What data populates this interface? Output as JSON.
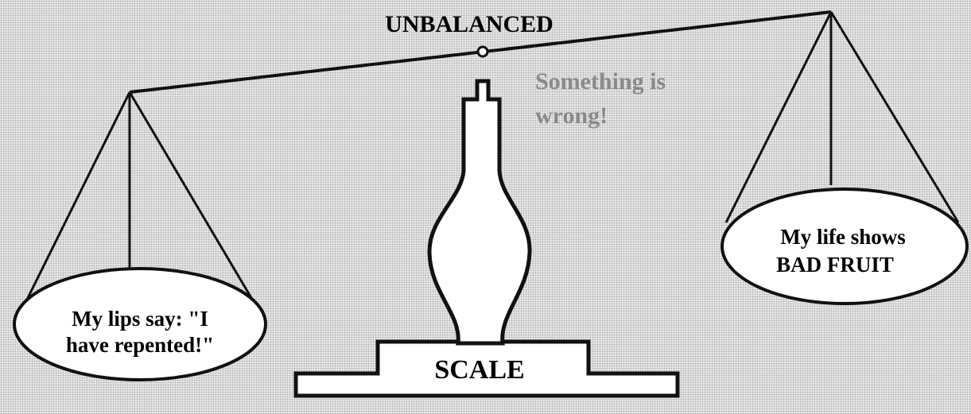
{
  "title": "UNBALANCED",
  "note": {
    "line1": "Something is",
    "line2": "wrong!"
  },
  "left_pan": {
    "line1": "My lips say: \"I",
    "line2": "have repented!\""
  },
  "right_pan": {
    "line1": "My life shows",
    "line2": "BAD FRUIT"
  },
  "base_label": "SCALE"
}
